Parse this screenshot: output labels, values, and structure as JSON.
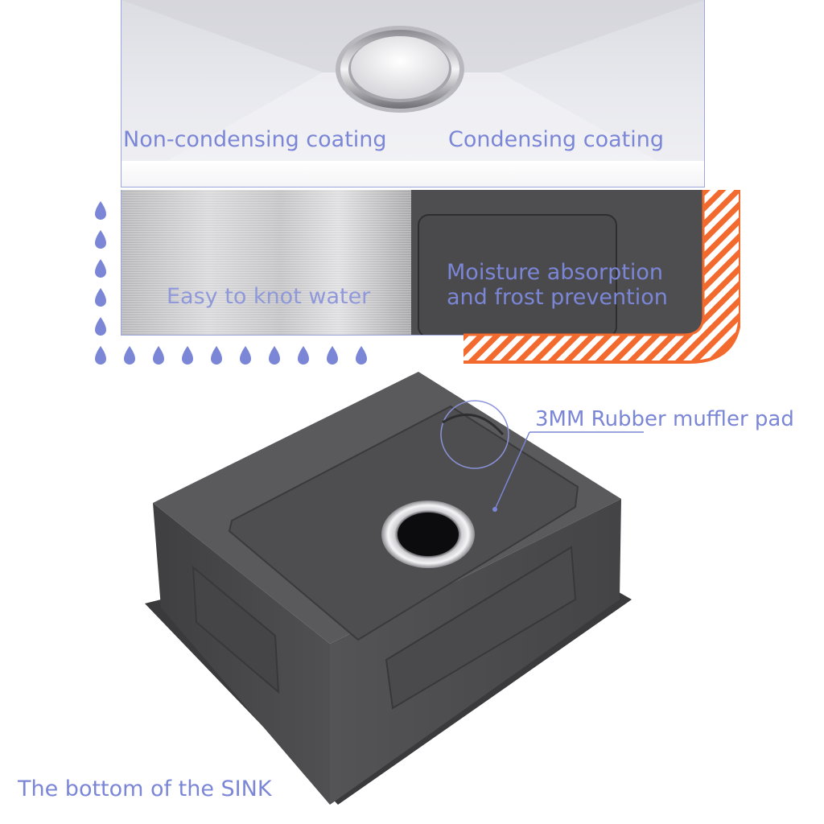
{
  "labels": {
    "non_condensing": "Non-condensing coating",
    "condensing": "Condensing coating",
    "easy_knot": "Easy to knot water",
    "moisture_line1": "Moisture absorption",
    "moisture_line2": "and frost prevention",
    "muffler_pad": "3MM Rubber muffler pad",
    "bottom": "The bottom of the SINK"
  },
  "colors": {
    "label_text": "#7b86d6",
    "water_drop": "#7b86d6",
    "hatch_accent": "#f26a2e",
    "coating": "#4e4e50"
  },
  "icons": {
    "water_drop": "water-drop-icon"
  }
}
